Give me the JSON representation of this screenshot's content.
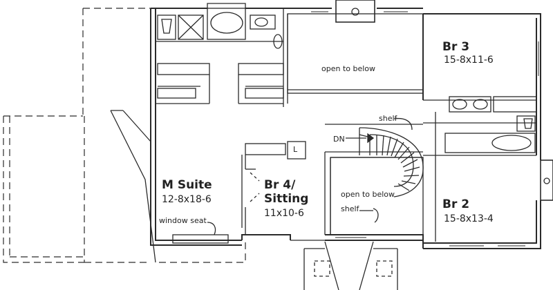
{
  "rooms": {
    "br3": {
      "name": "Br 3",
      "size": "15-8x11-6"
    },
    "br2": {
      "name": "Br 2",
      "size": "15-8x13-4"
    },
    "msuite": {
      "name": "M Suite",
      "size": "12-8x18-6"
    },
    "br4_line1": "Br 4/",
    "br4_line2": "Sitting",
    "br4_size": "11x10-6"
  },
  "notes": {
    "open_top": "open to below",
    "open_stair": "open to below",
    "shelf_top": "shelf",
    "shelf_bottom": "shelf",
    "dn": "DN",
    "window_seat": "window seat",
    "laundry": "L"
  },
  "colors": {
    "line": "#2a2a2a",
    "dash": "#333333",
    "paper": "#ffffff"
  }
}
